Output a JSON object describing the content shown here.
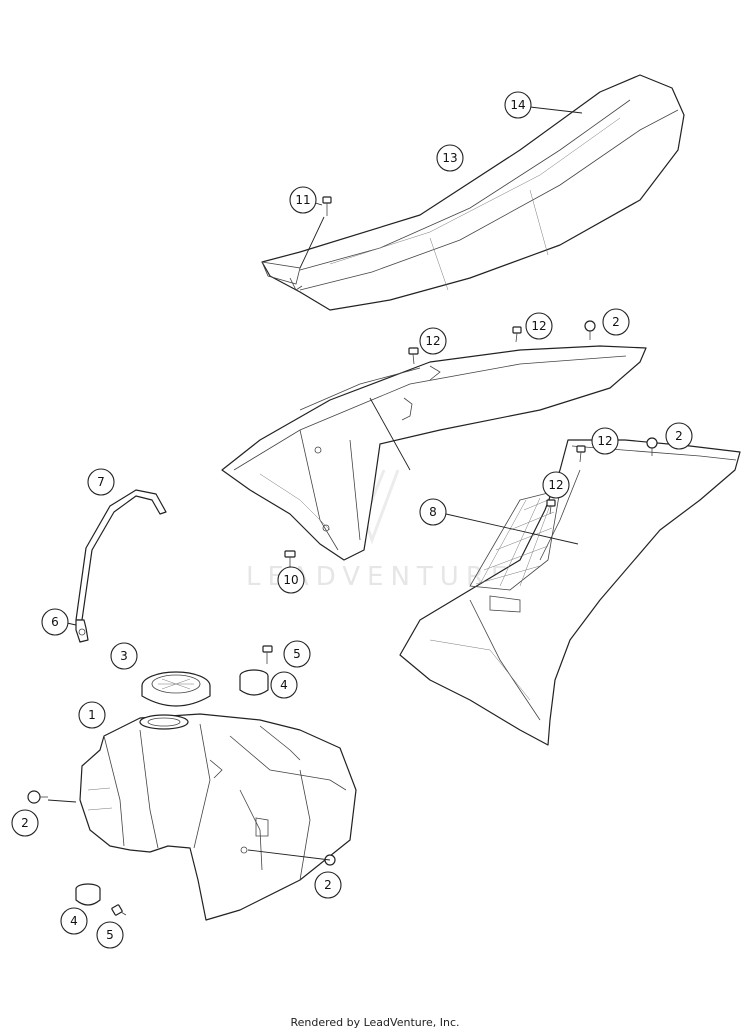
{
  "watermark": "LEADVENTURE",
  "footer": "Rendered by LeadVenture, Inc.",
  "callouts": [
    "14",
    "13",
    "11",
    "12",
    "12",
    "2",
    "12",
    "2",
    "12",
    "8",
    "7",
    "10",
    "6",
    "3",
    "5",
    "4",
    "1",
    "2",
    "2",
    "4",
    "5"
  ]
}
